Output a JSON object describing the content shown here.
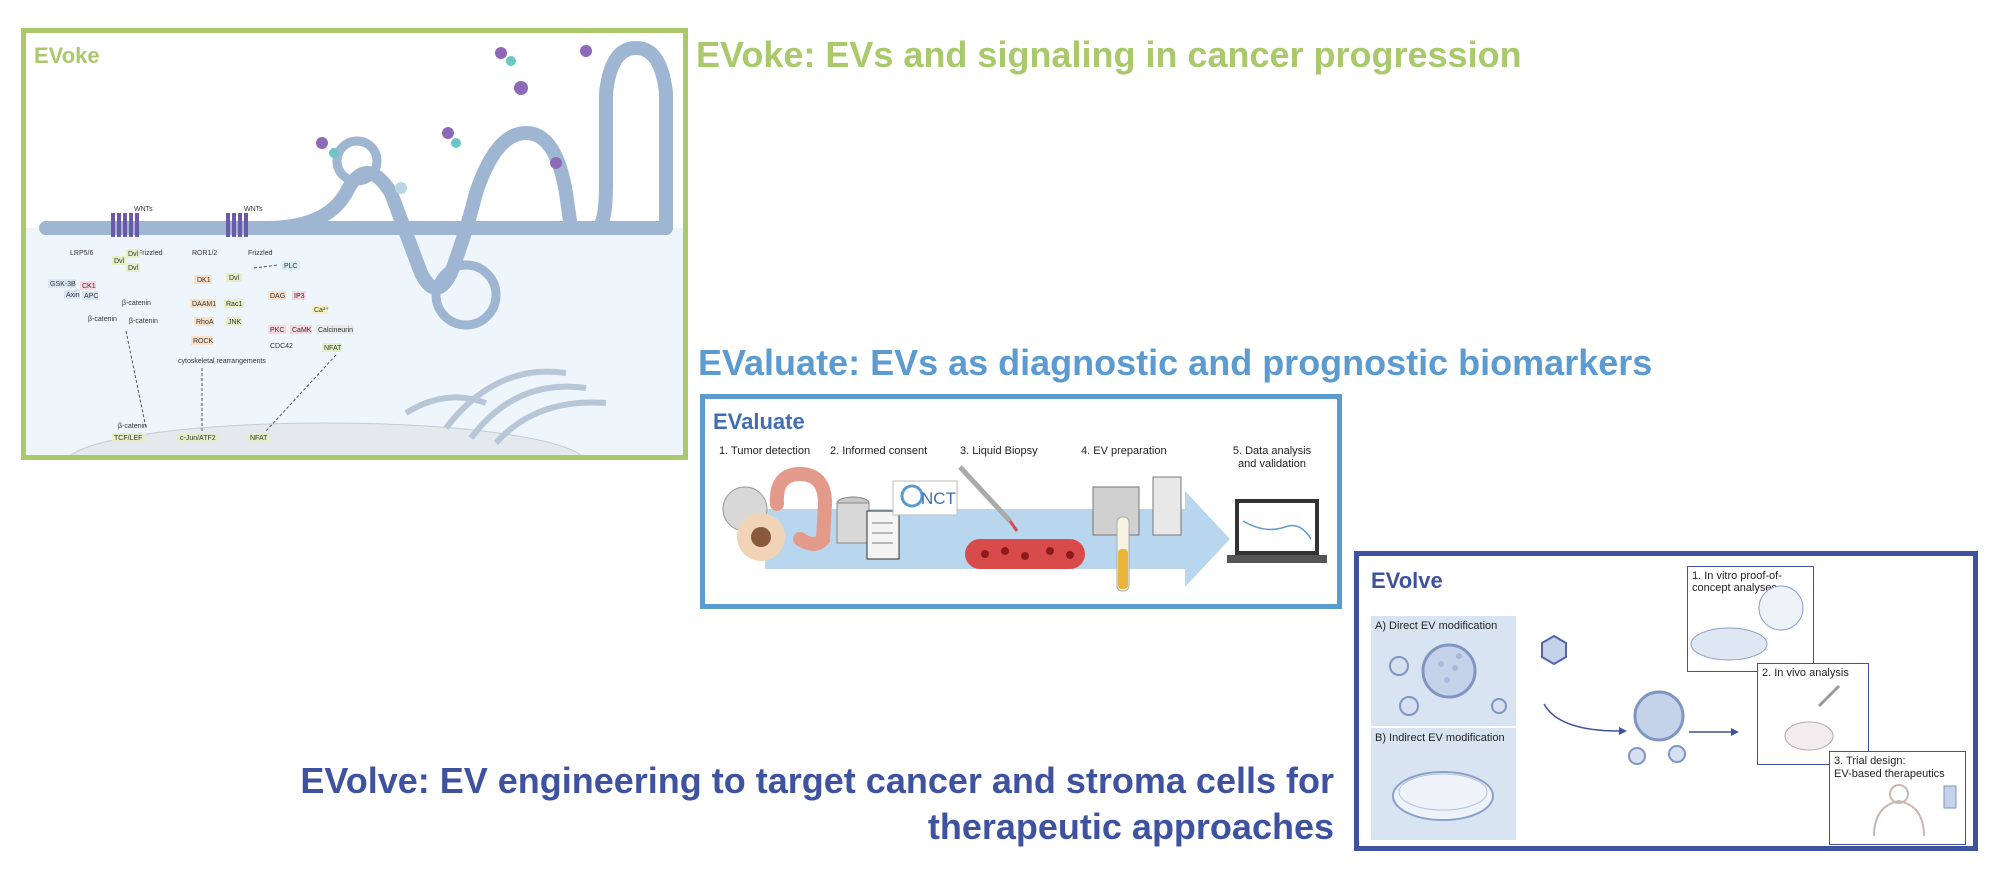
{
  "colors": {
    "evoke": "#a9c96a",
    "evaluate": "#5b9bd0",
    "evolve": "#3f52a0"
  },
  "headings": {
    "evoke": "EVoke: EVs and signaling in cancer progression",
    "evaluate": "EValuate: EVs as diagnostic and prognostic biomarkers",
    "evolve_line1": "EVolve: EV engineering to target cancer and stroma cells for",
    "evolve_line2": "therapeutic approaches"
  },
  "evoke_panel": {
    "title": "EVoke",
    "labels": {
      "wnt1": "WNTs",
      "wnt2": "WNTs",
      "lrp": "LRP5/6",
      "frizzled1": "Frizzled",
      "ror": "ROR1/2",
      "frizzled2": "Frizzled",
      "dvl1": "Dvl",
      "dvl2": "Dvl",
      "dvl3": "Dvl",
      "gsk": "GSK-3B",
      "ck1": "CK1",
      "axin": "Axin",
      "apc": "APC",
      "bcat1": "β-catenin",
      "bcat2": "β-catenin",
      "bcat3": "β-catenin",
      "dk1": "DK1",
      "daam": "DAAM1",
      "rhoa": "RhoA",
      "rock": "ROCK",
      "dvl4": "Dvl",
      "rac1": "Rac1",
      "jnk": "JNK",
      "cyto": "cytoskeletal rearrangements",
      "plc": "PLC",
      "dag": "DAG",
      "ip3": "IP3",
      "ca": "Ca²⁺",
      "pkc": "PKC",
      "camk": "CaMK",
      "calcineurin": "Calcineurin",
      "cdc42": "CDC42",
      "nfat1": "NFAT",
      "nuc_bcat": "β-catenin",
      "tcf": "TCF/LEF",
      "cjun": "c-Jun/ATF2",
      "nfat2": "NFAT"
    }
  },
  "evaluate_panel": {
    "title": "EValuate",
    "steps": [
      "1. Tumor detection",
      "2. Informed consent",
      "3. Liquid Biopsy",
      "4. EV preparation",
      "5. Data analysis and validation"
    ],
    "nct_label": "NCT"
  },
  "evolve_panel": {
    "title": "EVolve",
    "option_a": "A) Direct EV modification",
    "option_b": "B) Indirect EV modification",
    "box1": "1. In vitro proof-of-concept analyses",
    "box2": "2. In vivo analysis",
    "box3_line1": "3. Trial design:",
    "box3_line2": "EV-based therapeutics"
  }
}
